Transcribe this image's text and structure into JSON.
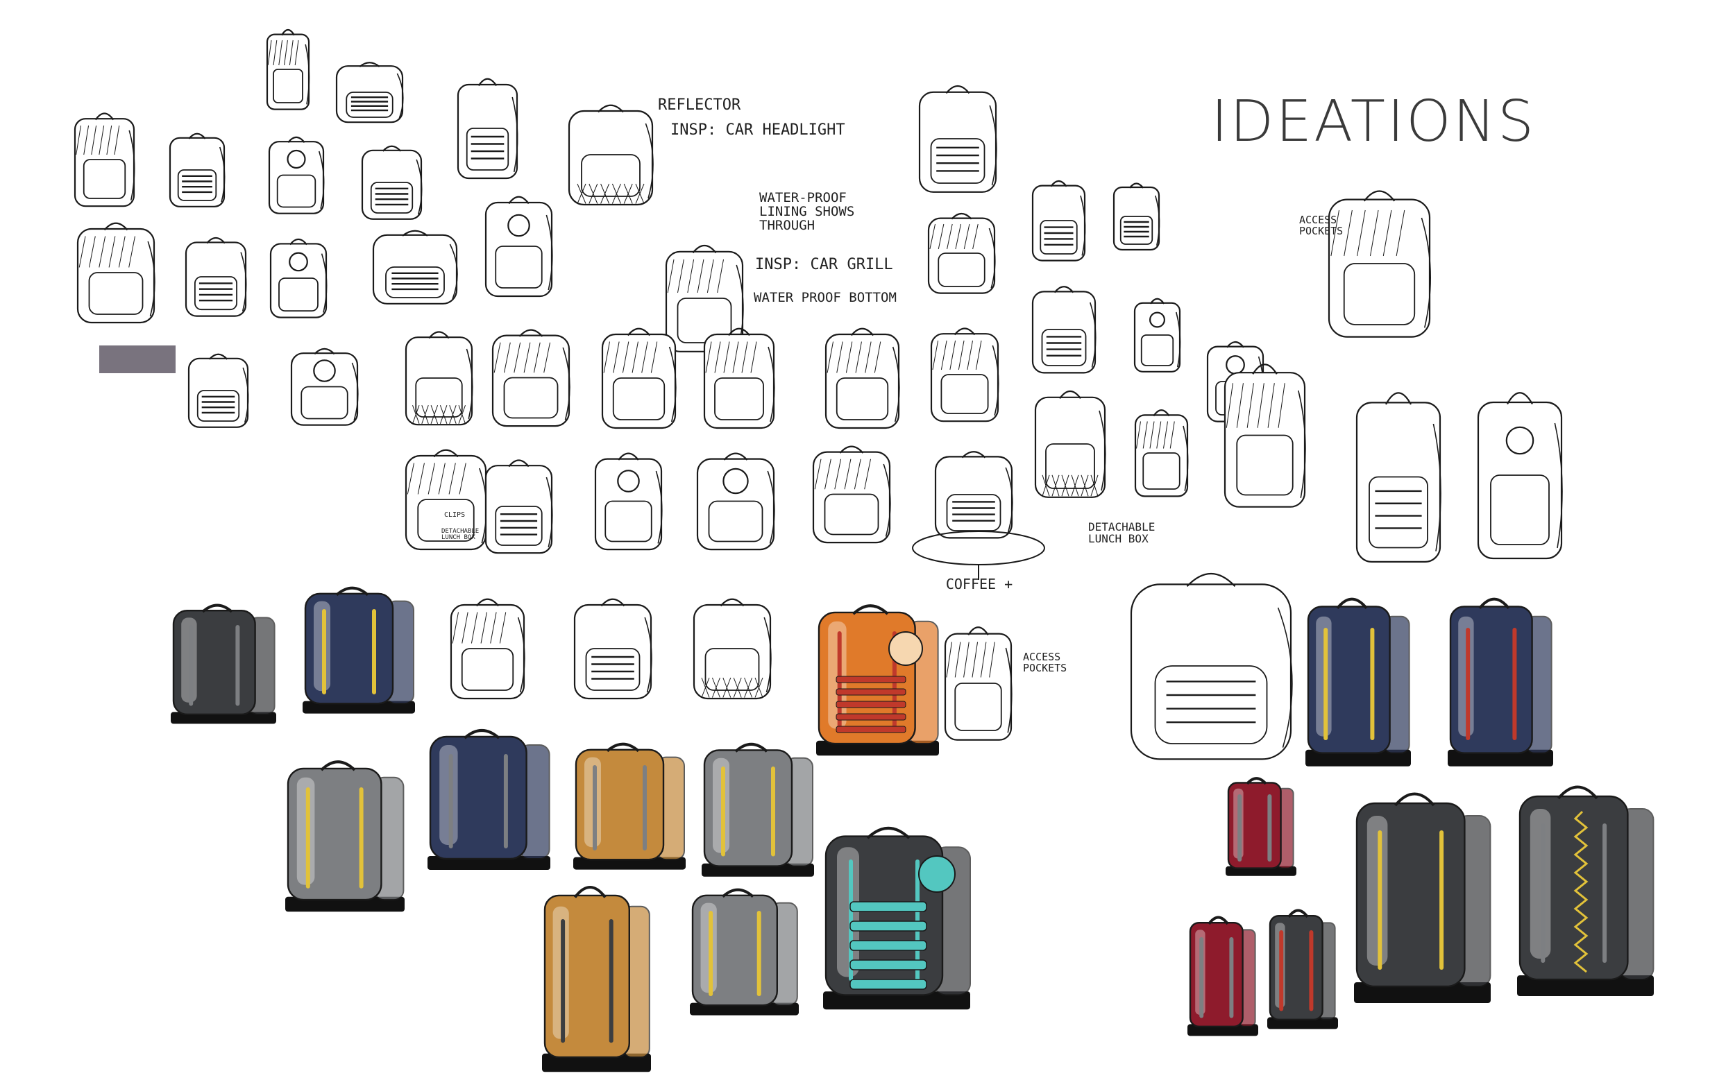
{
  "title": "IDEATIONS",
  "annotations": {
    "reflector": "REFLECTOR",
    "insp_headlight": "INSP: CAR HEADLIGHT",
    "waterproof_lining": "WATER-PROOF LINING SHOWS THROUGH",
    "insp_grill": "INSP: CAR GRILL",
    "waterproof_bottom": "WATER PROOF BOTTOM",
    "access_pockets_top": "ACCESS POCKETS",
    "clips": "CLIPS",
    "detachable_lunch_small": "DETACHABLE LUNCH BOX",
    "detachable_lunch": "DETACHABLE LUNCH BOX",
    "coffee": "COFFEE +",
    "access_pockets_bottom": "ACCESS POCKETS"
  },
  "colors": {
    "ink": "#1a1a1a",
    "marker_grey": "#7d7f82",
    "marker_dark": "#3b3d40",
    "navy": "#2f3a5c",
    "red": "#c0392b",
    "orange": "#e07a2a",
    "yellow": "#e2c23a",
    "tan": "#c48a3d",
    "teal": "#53c7c0",
    "crimson": "#8e1b2c"
  },
  "sketches": [
    {
      "kind": "outline"
    },
    {
      "kind": "outline"
    },
    {
      "kind": "outline"
    },
    {
      "kind": "outline"
    },
    {
      "kind": "outline"
    },
    {
      "kind": "outline"
    },
    {
      "kind": "outline"
    },
    {
      "kind": "outline"
    },
    {
      "kind": "outline"
    },
    {
      "kind": "outline"
    },
    {
      "kind": "outline"
    },
    {
      "kind": "outline"
    },
    {
      "kind": "outline"
    },
    {
      "kind": "outline"
    },
    {
      "kind": "outline"
    },
    {
      "kind": "outline"
    },
    {
      "kind": "outline"
    },
    {
      "kind": "outline"
    },
    {
      "kind": "outline"
    },
    {
      "kind": "outline"
    },
    {
      "kind": "outline"
    },
    {
      "kind": "outline"
    },
    {
      "kind": "outline"
    },
    {
      "kind": "outline"
    },
    {
      "kind": "outline"
    },
    {
      "kind": "outline"
    },
    {
      "kind": "outline"
    },
    {
      "kind": "outline"
    },
    {
      "kind": "outline"
    },
    {
      "kind": "outline"
    },
    {
      "kind": "outline"
    },
    {
      "kind": "outline"
    },
    {
      "kind": "outline"
    },
    {
      "kind": "outline"
    },
    {
      "kind": "outline"
    },
    {
      "kind": "outline"
    },
    {
      "kind": "outline"
    },
    {
      "kind": "outline"
    },
    {
      "kind": "outline"
    },
    {
      "kind": "outline"
    },
    {
      "kind": "outline"
    },
    {
      "kind": "outline"
    },
    {
      "kind": "outline"
    },
    {
      "kind": "outline"
    },
    {
      "kind": "outline"
    },
    {
      "kind": "outline"
    }
  ],
  "colored_renders": [
    {
      "color": "marker_dark",
      "accent": "marker_grey"
    },
    {
      "color": "navy",
      "accent": "yellow"
    },
    {
      "color": "orange",
      "accent": "red"
    },
    {
      "color": "marker_grey",
      "accent": "yellow"
    },
    {
      "color": "navy",
      "accent": "marker_grey"
    },
    {
      "color": "tan",
      "accent": "marker_grey"
    },
    {
      "color": "marker_grey",
      "accent": "yellow"
    },
    {
      "color": "tan",
      "accent": "marker_dark"
    },
    {
      "color": "marker_grey",
      "accent": "yellow"
    },
    {
      "color": "marker_dark",
      "accent": "teal"
    },
    {
      "color": "navy",
      "accent": "yellow"
    },
    {
      "color": "navy",
      "accent": "red"
    },
    {
      "color": "crimson",
      "accent": "marker_grey"
    },
    {
      "color": "crimson",
      "accent": "marker_grey"
    },
    {
      "color": "marker_dark",
      "accent": "red"
    },
    {
      "color": "marker_dark",
      "accent": "yellow"
    }
  ]
}
